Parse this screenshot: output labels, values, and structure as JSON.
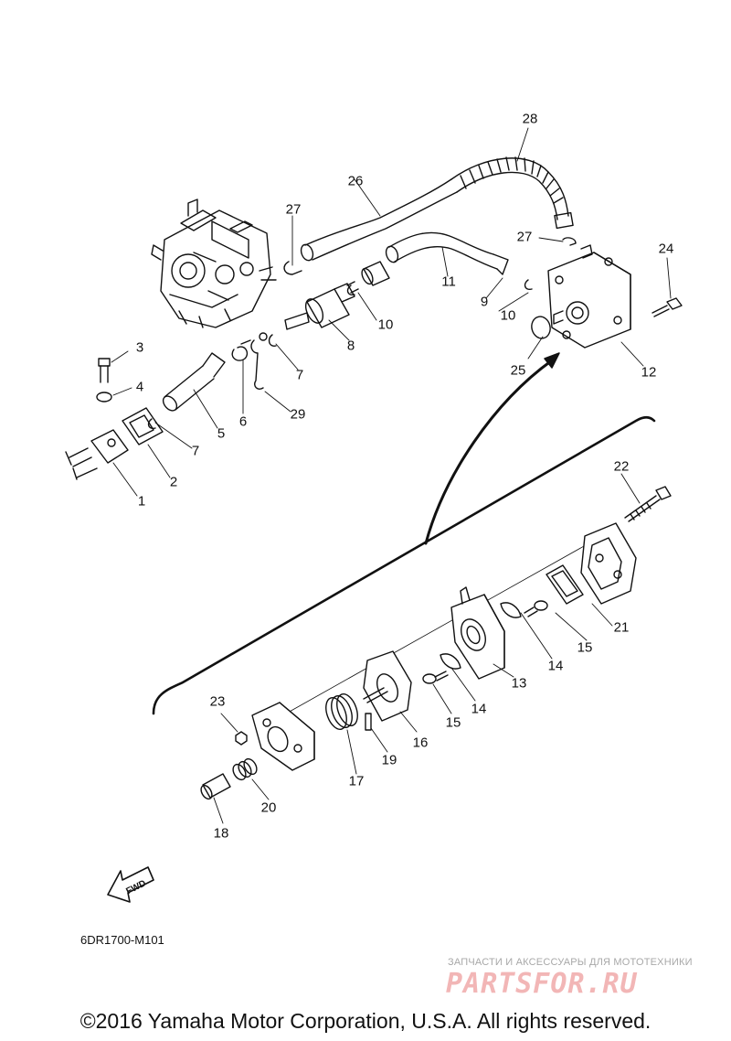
{
  "callouts": [
    {
      "id": "1",
      "text": "1"
    },
    {
      "id": "2",
      "text": "2"
    },
    {
      "id": "3",
      "text": "3"
    },
    {
      "id": "4",
      "text": "4"
    },
    {
      "id": "5",
      "text": "5"
    },
    {
      "id": "6",
      "text": "6"
    },
    {
      "id": "7a",
      "text": "7"
    },
    {
      "id": "7b",
      "text": "7"
    },
    {
      "id": "8",
      "text": "8"
    },
    {
      "id": "9",
      "text": "9"
    },
    {
      "id": "10a",
      "text": "10"
    },
    {
      "id": "10b",
      "text": "10"
    },
    {
      "id": "11",
      "text": "11"
    },
    {
      "id": "12",
      "text": "12"
    },
    {
      "id": "13",
      "text": "13"
    },
    {
      "id": "14a",
      "text": "14"
    },
    {
      "id": "14b",
      "text": "14"
    },
    {
      "id": "15a",
      "text": "15"
    },
    {
      "id": "15b",
      "text": "15"
    },
    {
      "id": "16",
      "text": "16"
    },
    {
      "id": "17",
      "text": "17"
    },
    {
      "id": "18",
      "text": "18"
    },
    {
      "id": "19",
      "text": "19"
    },
    {
      "id": "20",
      "text": "20"
    },
    {
      "id": "21",
      "text": "21"
    },
    {
      "id": "22",
      "text": "22"
    },
    {
      "id": "23",
      "text": "23"
    },
    {
      "id": "24",
      "text": "24"
    },
    {
      "id": "25",
      "text": "25"
    },
    {
      "id": "26",
      "text": "26"
    },
    {
      "id": "27a",
      "text": "27"
    },
    {
      "id": "27b",
      "text": "27"
    },
    {
      "id": "28",
      "text": "28"
    },
    {
      "id": "29",
      "text": "29"
    }
  ],
  "fwd_label": "FWD",
  "diagram_code": "6DR1700-M101",
  "watermark_text": "ЗАПЧАСТИ И АКСЕССУАРЫ ДЛЯ МОТОТЕХНИКИ",
  "watermark_logo": "PARTSFOR.RU",
  "copyright": "©2016 Yamaha Motor Corporation, U.S.A. All rights reserved.",
  "colors": {
    "ink": "#111111",
    "watermark": "#f2b6b6"
  }
}
